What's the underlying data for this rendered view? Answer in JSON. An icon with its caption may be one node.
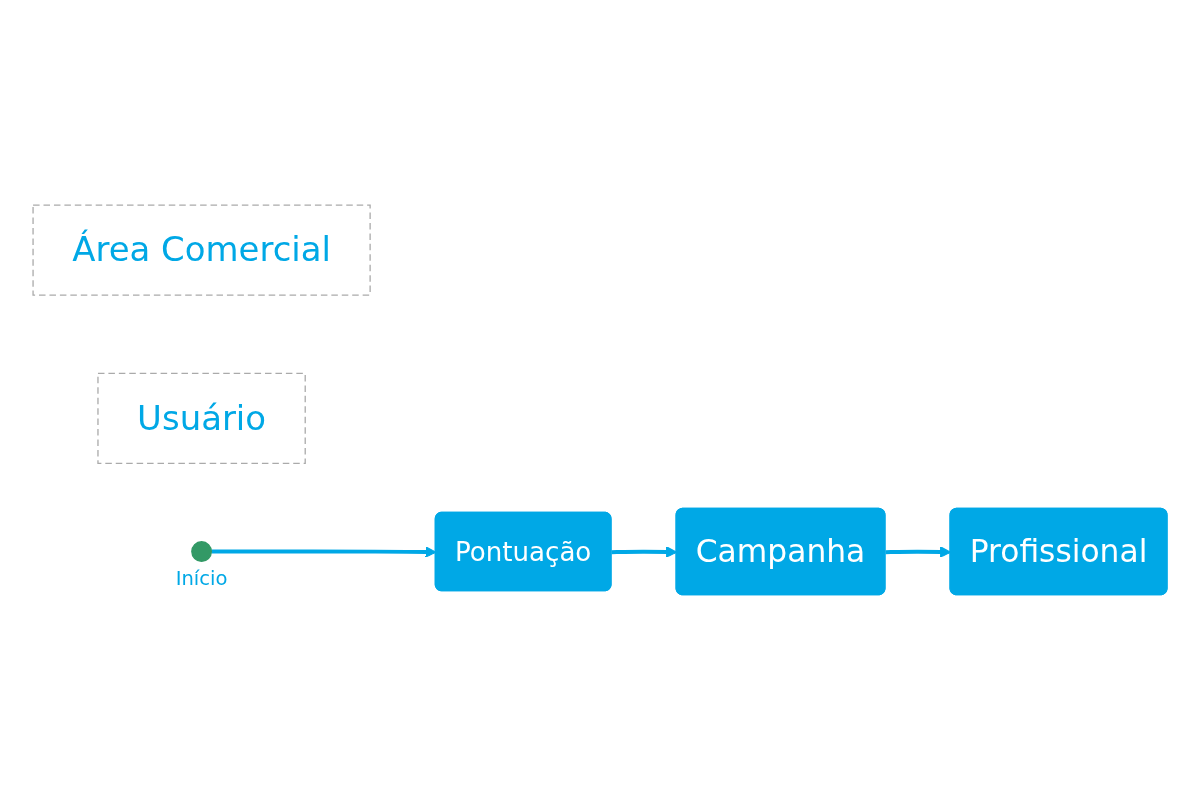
{
  "diagram": {
    "nodes": [
      {
        "text": [
          "Área Comercial"
        ]
      },
      {
        "text": [
          "Usuário"
        ]
      },
      {
        "text": [],
        "shape": "circle",
        "beside": [
          "Início"
        ]
      },
      {
        "text": [
          "Pontuação"
        ]
      },
      {
        "text": [
          "Campanha"
        ]
      },
      {
        "text": [
          "Profissional"
        ]
      }
    ],
    "edges": [
      {
        "from": 2,
        "to": 3,
        "arrow": "to"
      },
      {
        "from": 3,
        "to": 4,
        "arrow": "to"
      },
      {
        "from": 4,
        "to": 5,
        "arrow": "to"
      }
    ]
  }
}
